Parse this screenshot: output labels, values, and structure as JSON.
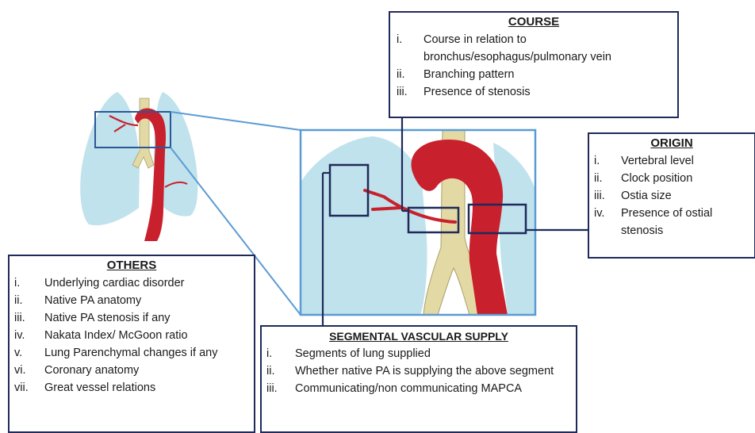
{
  "colors": {
    "box_border": "#1f2a5a",
    "zoom_border": "#5b9bd5",
    "lung_fill": "#a9d8e6",
    "artery_red": "#c8202c",
    "airway_beige": "#e2d9a4"
  },
  "course": {
    "title": "COURSE",
    "items": [
      {
        "num": "i.",
        "text": "Course in relation to bronchus/esophagus/pulmonary vein"
      },
      {
        "num": "ii.",
        "text": "Branching pattern"
      },
      {
        "num": "iii.",
        "text": "Presence of stenosis"
      }
    ]
  },
  "origin": {
    "title": "ORIGIN",
    "items": [
      {
        "num": "i.",
        "text": "Vertebral level"
      },
      {
        "num": "ii.",
        "text": "Clock position"
      },
      {
        "num": "iii.",
        "text": "Ostia size"
      },
      {
        "num": "iv.",
        "text": "Presence of ostial stenosis"
      }
    ]
  },
  "others": {
    "title": "OTHERS",
    "items": [
      {
        "num": "i.",
        "text": "Underlying cardiac disorder"
      },
      {
        "num": "ii.",
        "text": "Native PA anatomy"
      },
      {
        "num": "iii.",
        "text": "Native PA stenosis if any"
      },
      {
        "num": "iv.",
        "text": "Nakata Index/ McGoon ratio"
      },
      {
        "num": "v.",
        "text": "Lung Parenchymal changes if any"
      },
      {
        "num": "vi.",
        "text": "Coronary anatomy"
      },
      {
        "num": "vii.",
        "text": "Great vessel relations"
      }
    ]
  },
  "segmental": {
    "title": "SEGMENTAL VASCULAR SUPPLY",
    "items": [
      {
        "num": "i.",
        "text": "Segments of lung supplied"
      },
      {
        "num": "ii.",
        "text": "Whether native PA is supplying the above segment"
      },
      {
        "num": "iii.",
        "text": "Communicating/non communicating MAPCA"
      }
    ]
  }
}
